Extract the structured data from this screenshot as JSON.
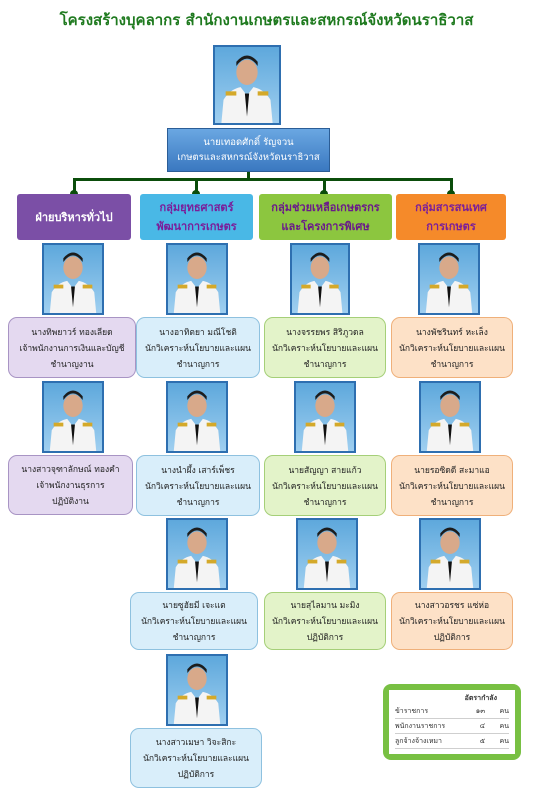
{
  "title": "โครงสร้างบุคลากร สำนักงานเกษตรและสหกรณ์จังหวัดนราธิวาส",
  "chief": {
    "name": "นายเทอดศักดิ์  รัญจวน",
    "position": "เกษตรและสหกรณ์จังหวัดนราธิวาส"
  },
  "groups": [
    {
      "line1": "ฝ่ายบริหารทั่วไป",
      "line2": "",
      "color": "#7b4fa6",
      "text_color": "#ffffff",
      "staff": [
        {
          "name": "นางทิพยาวร์  ทองเลียด",
          "role": "เจ้าพนักงานการเงินและบัญชี",
          "level": "ชำนาญงาน"
        },
        {
          "name": "นางสาวจุฑาลักษณ์  ทองคำ",
          "role": "เจ้าพนักงานธุรการ",
          "level": "ปฏิบัติงาน"
        }
      ]
    },
    {
      "line1": "กลุ่มยุทธศาสตร์",
      "line2": "พัฒนาการเกษตร",
      "color": "#49b8e6",
      "text_color": "#7a1e9a",
      "staff": [
        {
          "name": "นางอาทิตยา  มณีโชติ",
          "role": "นักวิเคราะห์นโยบายและแผน",
          "level": "ชำนาญการ"
        },
        {
          "name": "นางนำผึ้ง  เสาร์เพ็ชร",
          "role": "นักวิเคราะห์นโยบายและแผน",
          "level": "ชำนาญการ"
        },
        {
          "name": "นายซูฮัยมี  เจะแต",
          "role": "นักวิเคราะห์นโยบายและแผน",
          "level": "ชำนาญการ"
        },
        {
          "name": "นางสาวเมษา  วิจะสิกะ",
          "role": "นักวิเคราะห์นโยบายและแผน",
          "level": "ปฏิบัติการ"
        }
      ]
    },
    {
      "line1": "กลุ่มช่วยเหลือเกษตรกร",
      "line2": "และโครงการพิเศษ",
      "color": "#8cc63f",
      "text_color": "#6a1a8a",
      "staff": [
        {
          "name": "นางจรรยพร  สิริภูวดล",
          "role": "นักวิเคราะห์นโยบายและแผน",
          "level": "ชำนาญการ"
        },
        {
          "name": "นายสัญญา  สายแก้ว",
          "role": "นักวิเคราะห์นโยบายและแผน",
          "level": "ชำนาญการ"
        },
        {
          "name": "นายสุไลมาน  มะมิง",
          "role": "นักวิเคราะห์นโยบายและแผน",
          "level": "ปฏิบัติการ"
        }
      ]
    },
    {
      "line1": "กลุ่มสารสนเทศ",
      "line2": "การเกษตร",
      "color": "#f58a2a",
      "text_color": "#7a1e9a",
      "staff": [
        {
          "name": "นางพัชรินทร์  หะเล็ง",
          "role": "นักวิเคราะห์นโยบายและแผน",
          "level": "ชำนาญการ"
        },
        {
          "name": "นายรอซิดดี  สะมาแอ",
          "role": "นักวิเคราะห์นโยบายและแผน",
          "level": "ชำนาญการ"
        },
        {
          "name": "นางสาวอรชร  แซ่ห่อ",
          "role": "นักวิเคราะห์นโยบายและแผน",
          "level": "ปฏิบัติการ"
        }
      ]
    }
  ],
  "summary": {
    "title": "อัตรากำลัง",
    "rows": [
      {
        "label": "ข้าราชการ",
        "value": "๑๓",
        "unit": "คน"
      },
      {
        "label": "พนักงานราชการ",
        "value": "๔",
        "unit": "คน"
      },
      {
        "label": "ลูกจ้างจ้างเหมา",
        "value": "๕",
        "unit": "คน"
      }
    ]
  },
  "colors": {
    "title": "#1f7a1f",
    "connector": "#0b4d0b",
    "photo_border": "#2e6fb0",
    "summary_frame": "#78c043"
  }
}
